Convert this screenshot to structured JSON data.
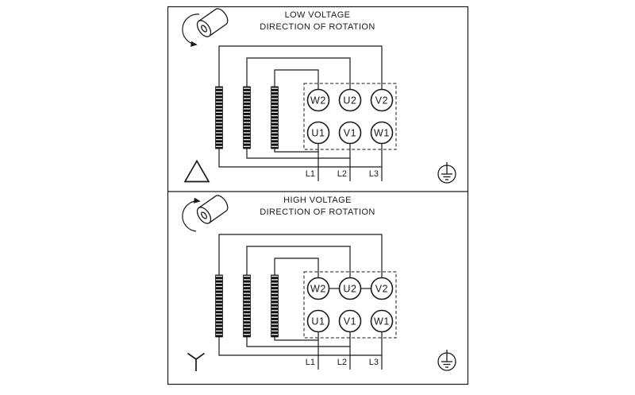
{
  "colors": {
    "line": "#1a1a1a",
    "background": "#ffffff"
  },
  "panels": {
    "low_voltage": {
      "title": "LOW VOLTAGE",
      "subtitle": "DIRECTION OF ROTATION",
      "terminals": {
        "top": [
          "W2",
          "U2",
          "V2"
        ],
        "bottom": [
          "U1",
          "V1",
          "W1"
        ]
      },
      "supply_lines": [
        "L1",
        "L2",
        "L3"
      ],
      "connection_symbol": "delta-icon",
      "ground_symbol": "earth-ground-icon",
      "rotation_icon": "shaft-rotation-ccw-icon"
    },
    "high_voltage": {
      "title": "HIGH VOLTAGE",
      "subtitle": "DIRECTION OF ROTATION",
      "terminals": {
        "top": [
          "W2",
          "U2",
          "V2"
        ],
        "bottom": [
          "U1",
          "V1",
          "W1"
        ]
      },
      "supply_lines": [
        "L1",
        "L2",
        "L3"
      ],
      "connection_symbol": "wye-icon",
      "ground_symbol": "earth-ground-icon",
      "rotation_icon": "shaft-rotation-cw-icon"
    }
  }
}
